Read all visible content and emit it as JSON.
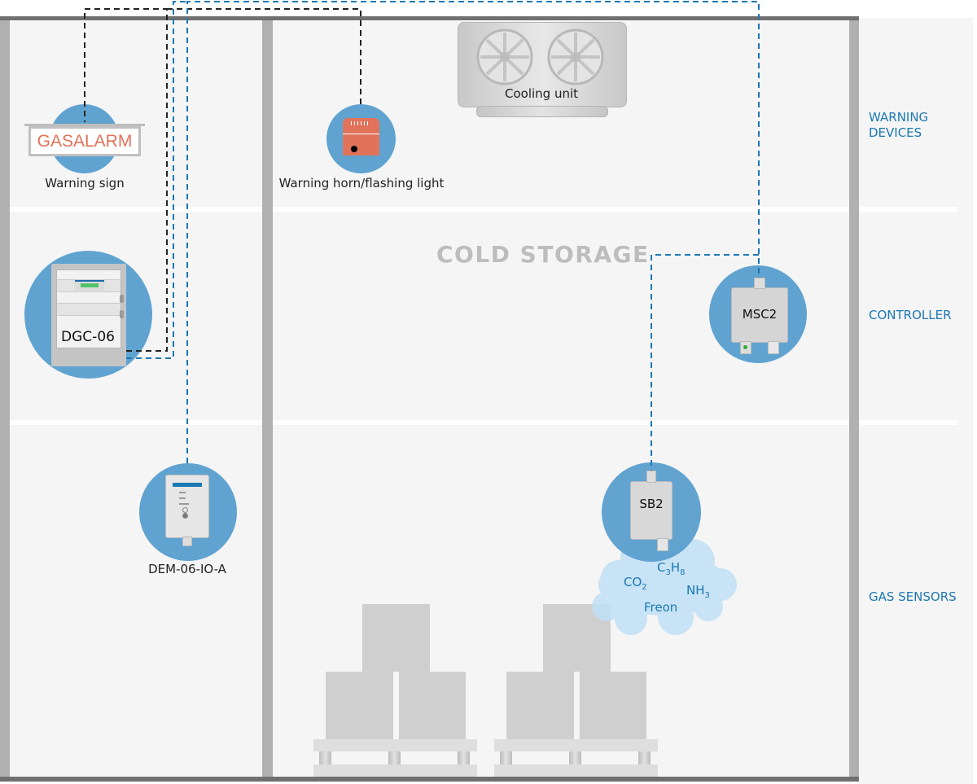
{
  "diagram": {
    "room_title": "COLD STORAGE",
    "zones": [
      {
        "id": "warning",
        "line1": "WARNING",
        "line2": "DEVICES"
      },
      {
        "id": "controller",
        "line1": "CONTROLLER",
        "line2": ""
      },
      {
        "id": "sensors",
        "line1": "GAS SENSORS",
        "line2": ""
      }
    ],
    "devices": {
      "warning_sign": {
        "label": "Warning sign",
        "sign_text": "GASALARM"
      },
      "horn": {
        "label": "Warning horn/flashing light"
      },
      "cooling_unit": {
        "label": "Cooling unit"
      },
      "dgc": {
        "label": "DGC-06"
      },
      "dem": {
        "label": "DEM-06-IO-A"
      },
      "msc2": {
        "label": "MSC2"
      },
      "sb2": {
        "label": "SB2"
      }
    },
    "gases": {
      "c3h8": {
        "main": "C",
        "sub1": "3",
        "mid": "H",
        "sub2": "8"
      },
      "co2": {
        "main": "CO",
        "sub": "2"
      },
      "nh3": {
        "main": "NH",
        "sub": "3"
      },
      "freon": "Freon"
    },
    "colors": {
      "accent_blue": "#1b78b4",
      "device_circle": "#60a3d1",
      "alarm_orange": "#e0735a",
      "wire_black": "#222222",
      "wire_blue": "#1b78b4"
    }
  }
}
